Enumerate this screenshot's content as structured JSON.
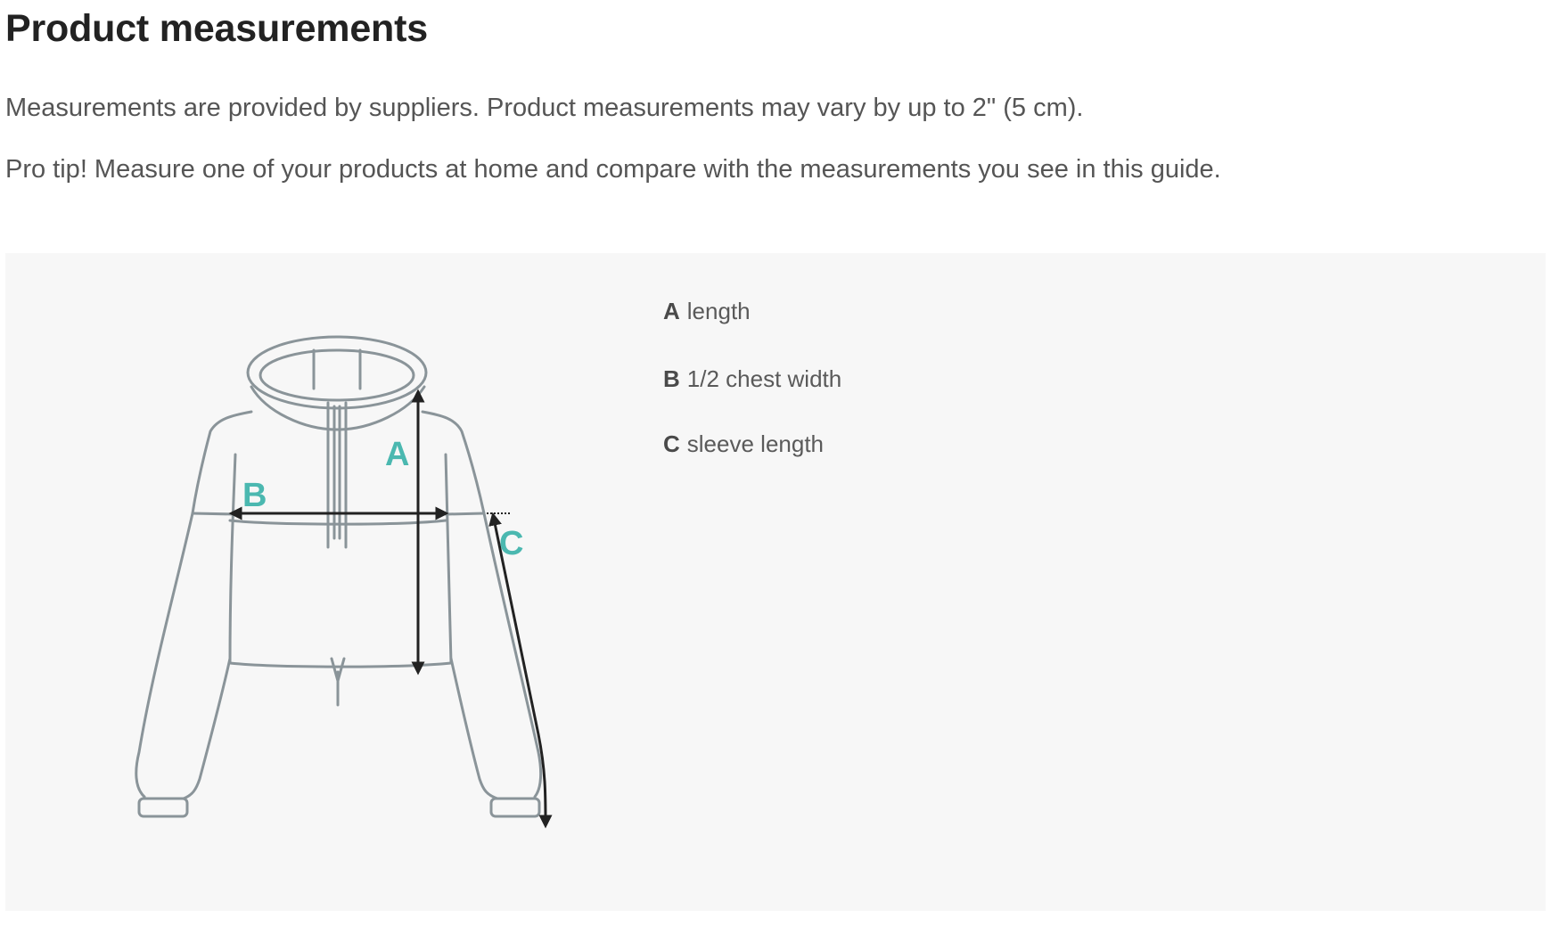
{
  "page": {
    "title": "Product measurements",
    "paragraphs": [
      "Measurements are provided by suppliers. Product measurements may vary by up to 2\" (5 cm).",
      "Pro tip! Measure one of your products at home and compare with the measurements you see in this guide."
    ]
  },
  "diagram": {
    "labels": {
      "a": "A",
      "b": "B",
      "c": "C"
    },
    "accent_color": "#4bb8b0",
    "outline_color": "#8a9499",
    "arrow_color": "#222222"
  },
  "legend": {
    "items": [
      {
        "key": "A",
        "text": "length"
      },
      {
        "key": "B",
        "text": "1/2 chest width"
      },
      {
        "key": "C",
        "text": "sleeve length"
      }
    ]
  }
}
